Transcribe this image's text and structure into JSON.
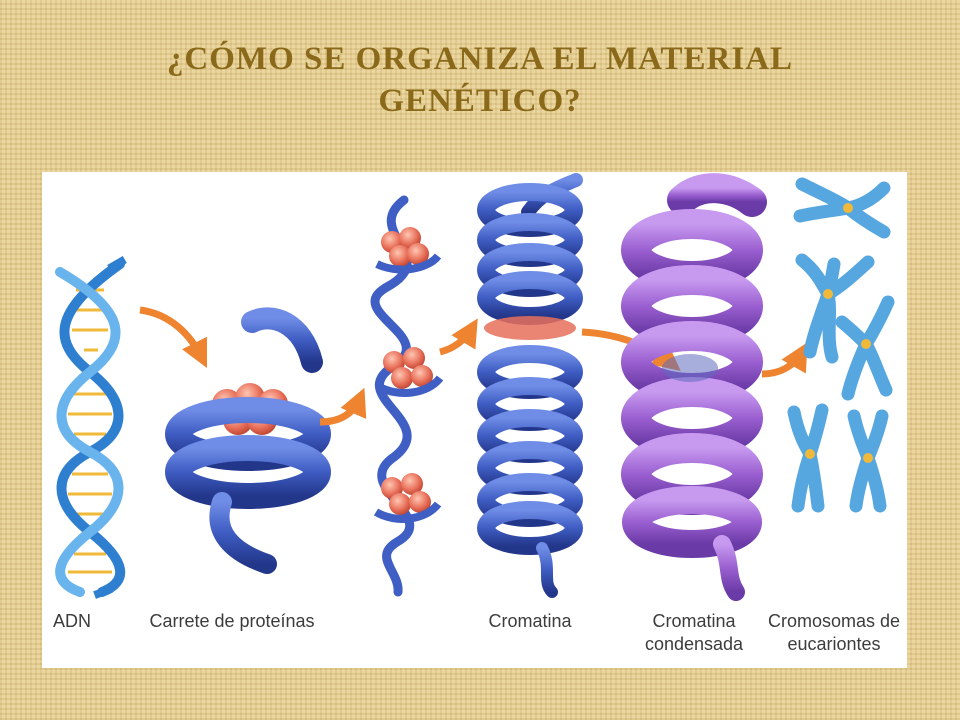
{
  "title": "¿CÓMO SE ORGANIZA EL MATERIAL GENÉTICO?",
  "labels": {
    "adn": "ADN",
    "carrete": "Carrete de proteínas",
    "cromatina": "Cromatina",
    "condensada_1": "Cromatina",
    "condensada_2": "condensada",
    "cromosomas_1": "Cromosomas de",
    "cromosomas_2": "eucariontes"
  },
  "colors": {
    "background": "#e6cf92",
    "title": "#8a6a1a",
    "dna_blue": "#3f8fd8",
    "dna_rungs": "#f0b93a",
    "spool_blue": "#3f5fc4",
    "histone": "#e8705a",
    "condensed_purple": "#9a5fd0",
    "chromosome_blue": "#56a6e0",
    "arrow": "#ee8430"
  }
}
